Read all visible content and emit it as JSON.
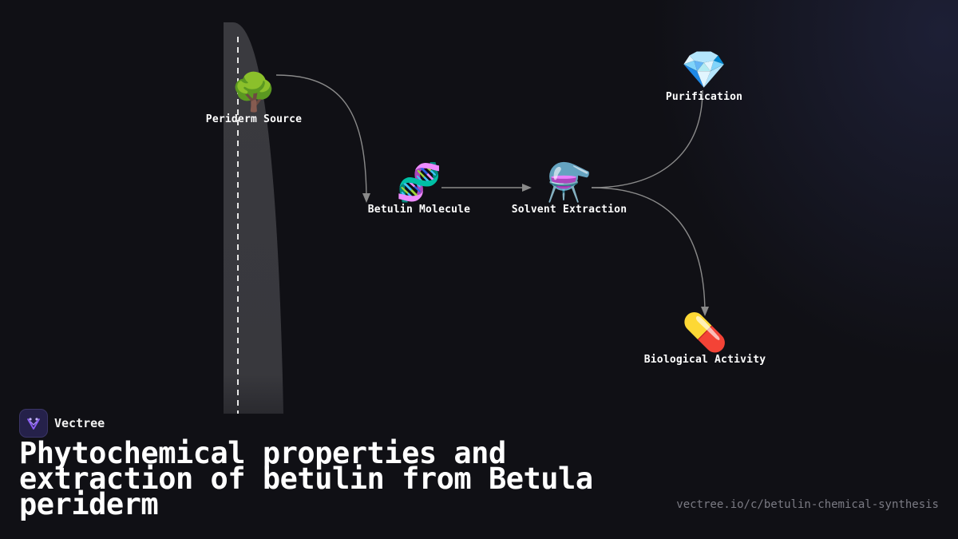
{
  "diagram": {
    "nodes": [
      {
        "id": "periderm",
        "icon": "🌳",
        "icon_name": "tree-icon",
        "label": "Periderm Source"
      },
      {
        "id": "betulin",
        "icon": "🧬",
        "icon_name": "dna-icon",
        "label": "Betulin Molecule"
      },
      {
        "id": "extraction",
        "icon": "⚗️",
        "icon_name": "alembic-icon",
        "label": "Solvent Extraction"
      },
      {
        "id": "purification",
        "icon": "💎",
        "icon_name": "gem-icon",
        "label": "Purification"
      },
      {
        "id": "activity",
        "icon": "💊",
        "icon_name": "pill-icon",
        "label": "Biological Activity"
      }
    ],
    "edges": [
      {
        "from": "periderm",
        "to": "betulin",
        "arrow": true
      },
      {
        "from": "betulin",
        "to": "extraction",
        "arrow": true
      },
      {
        "from": "extraction",
        "to": "purification",
        "arrow": false
      },
      {
        "from": "extraction",
        "to": "activity",
        "arrow": true
      }
    ]
  },
  "brand": {
    "name": "Vectree",
    "logo_icon": "vectree-logo-icon"
  },
  "title": "Phytochemical properties and extraction of betulin from Betula periderm",
  "url": "vectree.io/c/betulin-chemical-synthesis",
  "colors": {
    "background": "#101015",
    "edge": "#8a8a8a",
    "road": "#3a3a3f",
    "text": "#ffffff",
    "muted": "#7b7b84"
  }
}
